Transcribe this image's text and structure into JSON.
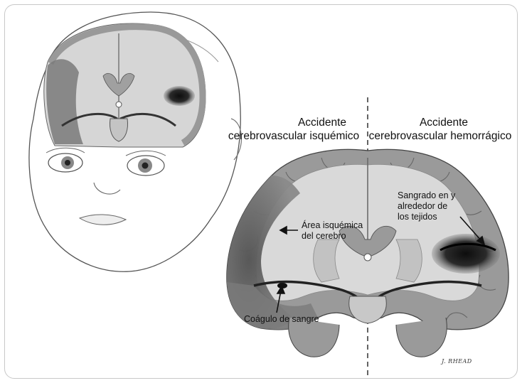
{
  "headings": {
    "ischemic_line1": "Accidente",
    "ischemic_line2": "cerebrovascular isquémico",
    "hemorrhagic_line1": "Accidente",
    "hemorrhagic_line2": "cerebrovascular hemorrágico"
  },
  "labels": {
    "ischemic_area_line1": "Área isquémica",
    "ischemic_area_line2": "del cerebro",
    "clot": "Coágulo de sangre",
    "bleed_line1": "Sangrado en y",
    "bleed_line2": "alrededor de",
    "bleed_line3": "los tejidos"
  },
  "signature": "J. RHEAD",
  "colors": {
    "background": "#ffffff",
    "frame_border": "#c8c8c8",
    "cortex": "#9a9a9a",
    "white_matter": "#d9d9d9",
    "ischemic_shade": "#6e6e6e",
    "hemorrhage": "#1a1a1a",
    "line": "#333333"
  }
}
